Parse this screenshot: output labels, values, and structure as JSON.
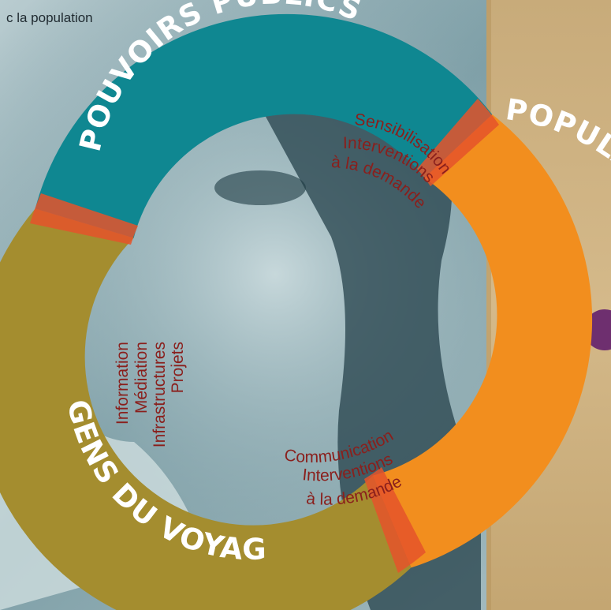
{
  "header_fragment": "c la population",
  "ring": {
    "segments": [
      {
        "id": "pouvoirs_publics",
        "label": "POUVOIRS PUBLICS",
        "color": "#0f8791"
      },
      {
        "id": "population_sedentaire",
        "label": "POPULATION SEDENTAIRE",
        "color": "#f28e1e"
      },
      {
        "id": "gens_du_voyage",
        "label": "GENS DU VOYAGE",
        "color": "#a48d2f"
      }
    ]
  },
  "relations": {
    "pouvoirs_population": [
      "Sensibilisation",
      "Interventions",
      "à la demande"
    ],
    "pouvoirs_gens": [
      "Information",
      "Médiation",
      "Infrastructures",
      "Projets"
    ],
    "gens_population": [
      "Communication",
      "Interventions",
      "à la demande"
    ]
  },
  "colors": {
    "teal": "#0f8791",
    "orange": "#f28e1e",
    "olive": "#a48d2f",
    "inner_text": "#8a1f1c",
    "right_panel": "#c9a978",
    "purple_dot": "#6e2f6f"
  }
}
